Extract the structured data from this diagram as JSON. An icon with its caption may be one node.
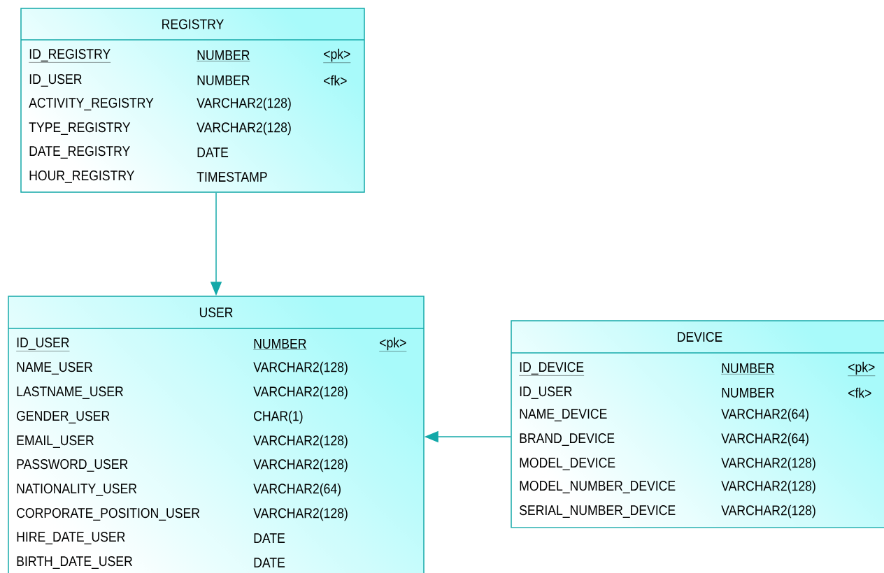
{
  "diagram": {
    "nodes": [
      {
        "text": [
          "REGISTRY",
          "ID_REGISTRY",
          "NUMBER",
          "<pk>",
          "ID_USER",
          "NUMBER",
          "<fk>",
          "ACTIVITY_REGISTRY",
          "VARCHAR2(128)",
          "TYPE_REGISTRY",
          "VARCHAR2(128)",
          "DATE_REGISTRY",
          "DATE",
          "HOUR_REGISTRY",
          "TIMESTAMP"
        ]
      },
      {
        "text": [
          "USER",
          "ID_USER",
          "NUMBER",
          "<pk>",
          "NAME_USER",
          "VARCHAR2(128)",
          "LASTNAME_USER",
          "VARCHAR2(128)",
          "GENDER_USER",
          "CHAR(1)",
          "EMAIL_USER",
          "VARCHAR2(128)",
          "PASSWORD_USER",
          "VARCHAR2(128)",
          "NATIONALITY_USER",
          "VARCHAR2(64)",
          "CORPORATE_POSITION_USER",
          "VARCHAR2(128)",
          "HIRE_DATE_USER",
          "DATE",
          "BIRTH_DATE_USER",
          "DATE"
        ]
      },
      {
        "text": [
          "DEVICE",
          "ID_DEVICE",
          "NUMBER",
          "<pk>",
          "ID_USER",
          "NUMBER",
          "<fk>",
          "NAME_DEVICE",
          "VARCHAR2(64)",
          "BRAND_DEVICE",
          "VARCHAR2(64)",
          "MODEL_DEVICE",
          "VARCHAR2(128)",
          "MODEL_NUMBER_DEVICE",
          "VARCHAR2(128)",
          "SERIAL_NUMBER_DEVICE",
          "VARCHAR2(128)"
        ]
      }
    ],
    "edges": [
      {
        "from": 0,
        "to": 1,
        "arrow": "to"
      },
      {
        "from": 2,
        "to": 1,
        "arrow": "to"
      }
    ]
  }
}
